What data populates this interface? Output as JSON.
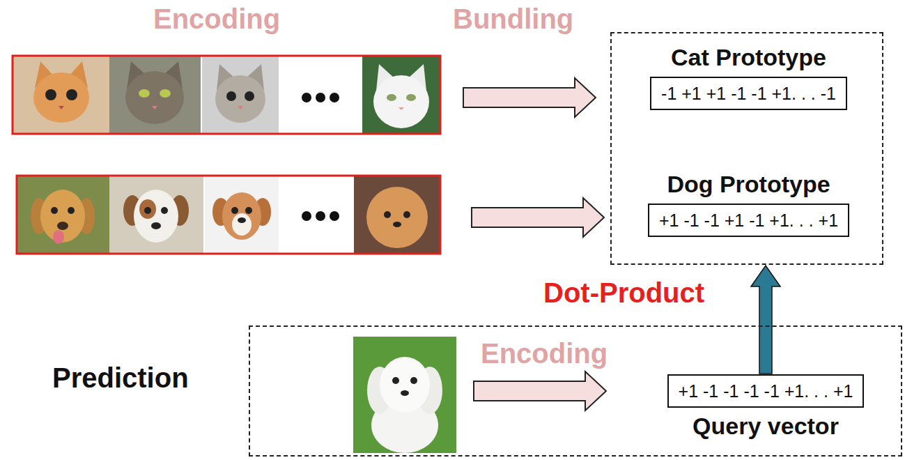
{
  "diagram": {
    "nodes": [
      {
        "text": []
      },
      {
        "text": [
          "Cat Prototype",
          "-1 +1 +1 -1 -1 +1. . . -1"
        ],
        "in": 0
      },
      {
        "text": [
          "Dog Prototype",
          "+1 -1 -1 +1 -1 +1. . . +1"
        ],
        "in": 0
      },
      {
        "text": [
          "Prediction"
        ]
      },
      {
        "text": [
          "+1 -1 -1 -1 -1 +1. . . +1",
          "Query vector"
        ],
        "in": 3
      }
    ],
    "edges": [
      {
        "from": 4,
        "to": 0,
        "arrow": "to",
        "label": "Dot-Product"
      }
    ],
    "labels": [
      "Encoding",
      "Bundling",
      "Encoding"
    ]
  }
}
